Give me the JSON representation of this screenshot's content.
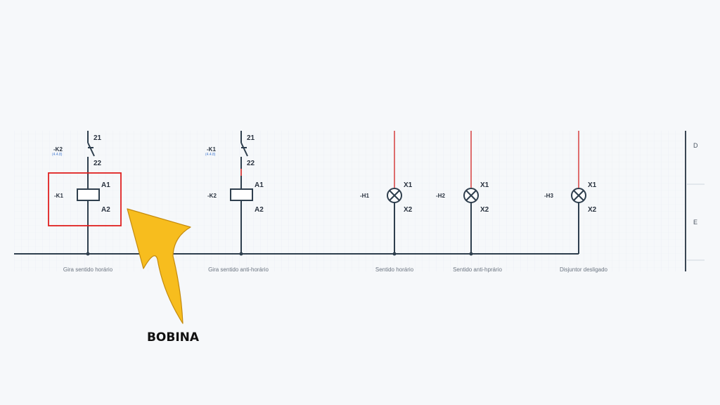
{
  "rows": {
    "top": "D",
    "bottom": "E"
  },
  "branches": [
    {
      "kind": "coil",
      "contact": {
        "tag": "-K2",
        "ref": "(4.4.8)",
        "top": "21",
        "bottom": "22"
      },
      "coil": {
        "tag": "-K1",
        "top": "A1",
        "bottom": "A2"
      },
      "caption": "Gira sentido horário"
    },
    {
      "kind": "coil",
      "contact": {
        "tag": "-K1",
        "ref": "(4.4.8)",
        "top": "21",
        "bottom": "22"
      },
      "coil": {
        "tag": "-K2",
        "top": "A1",
        "bottom": "A2"
      },
      "caption": "Gira sentido anti-horário"
    },
    {
      "kind": "lamp",
      "lamp": {
        "tag": "-H1",
        "top": "X1",
        "bottom": "X2"
      },
      "caption": "Sentido horário"
    },
    {
      "kind": "lamp",
      "lamp": {
        "tag": "-H2",
        "top": "X1",
        "bottom": "X2"
      },
      "caption": "Sentido anti-hprário"
    },
    {
      "kind": "lamp",
      "lamp": {
        "tag": "-H3",
        "top": "X1",
        "bottom": "X2"
      },
      "caption": "Disjuntor desligado"
    }
  ],
  "callout": {
    "label": "BOBINA",
    "color": "#f7bd1e",
    "highlight_color": "#e02020"
  },
  "colors": {
    "wire": "#2f3f4e",
    "lamp_feed": "#d94a4a",
    "ref_text": "#4a7fd4"
  }
}
